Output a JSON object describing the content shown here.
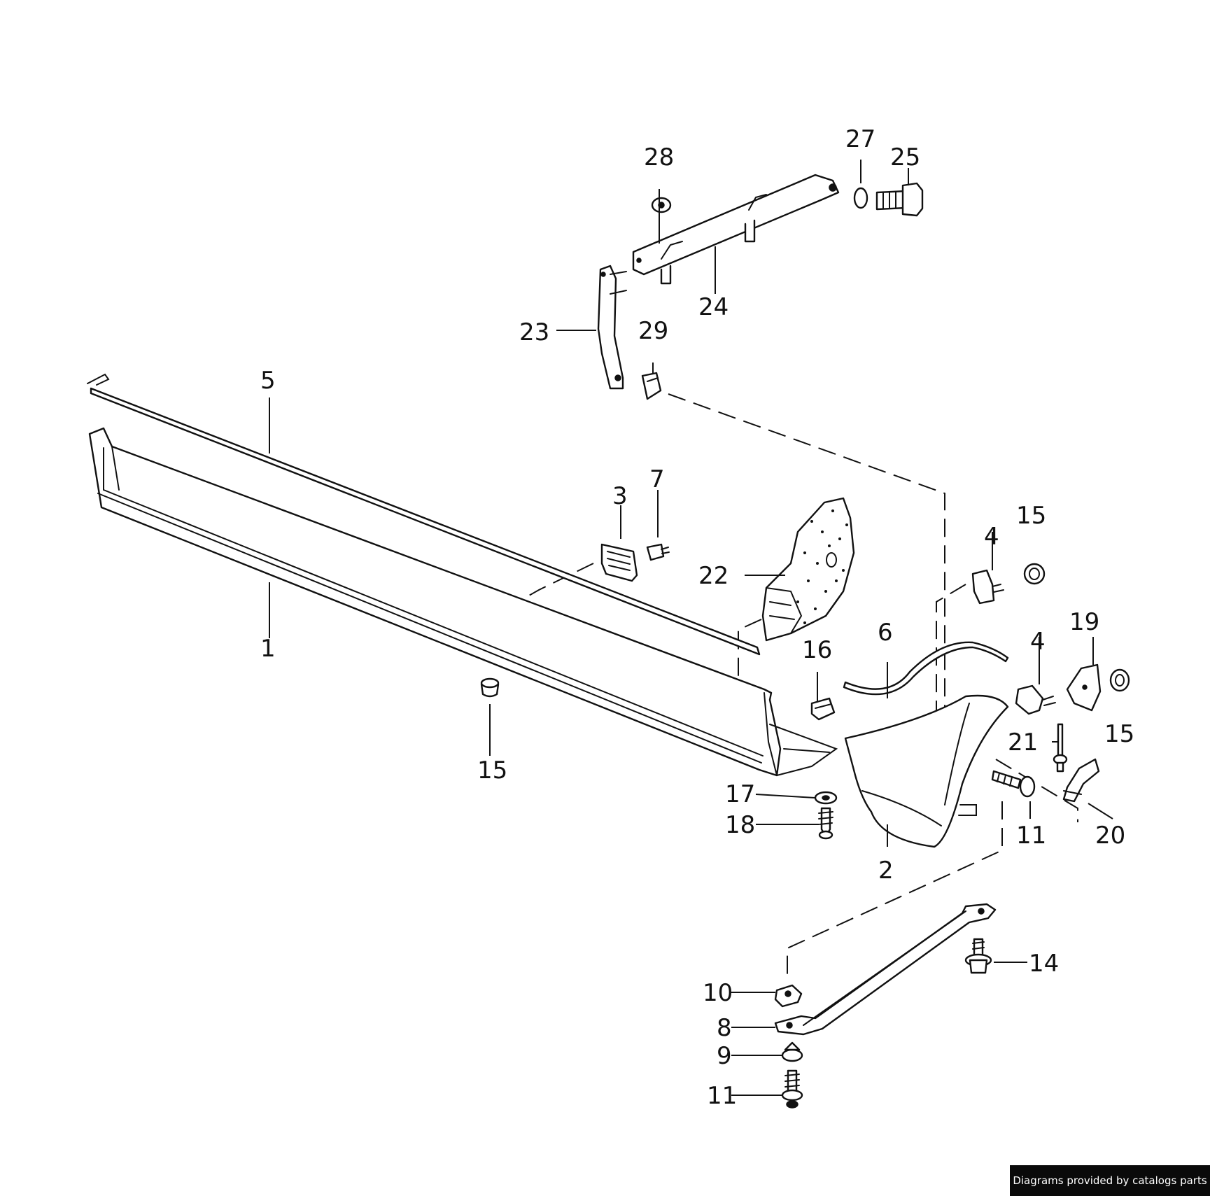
{
  "callouts": {
    "n1": "1",
    "n2": "2",
    "n3": "3",
    "n4a": "4",
    "n4b": "4",
    "n5": "5",
    "n6": "6",
    "n7": "7",
    "n8": "8",
    "n9": "9",
    "n10": "10",
    "n11a": "11",
    "n11b": "11",
    "n14": "14",
    "n15a": "15",
    "n15b": "15",
    "n15c": "15",
    "n16": "16",
    "n17": "17",
    "n18": "18",
    "n19": "19",
    "n20": "20",
    "n21": "21",
    "n22": "22",
    "n23": "23",
    "n24": "24",
    "n25": "25",
    "n27": "27",
    "n28": "28",
    "n29": "29"
  },
  "footer": {
    "credit": "Diagrams provided by catalogs parts"
  },
  "colors": {
    "line": "#111111",
    "background": "#ffffff",
    "badge": "#0a0a0a"
  }
}
